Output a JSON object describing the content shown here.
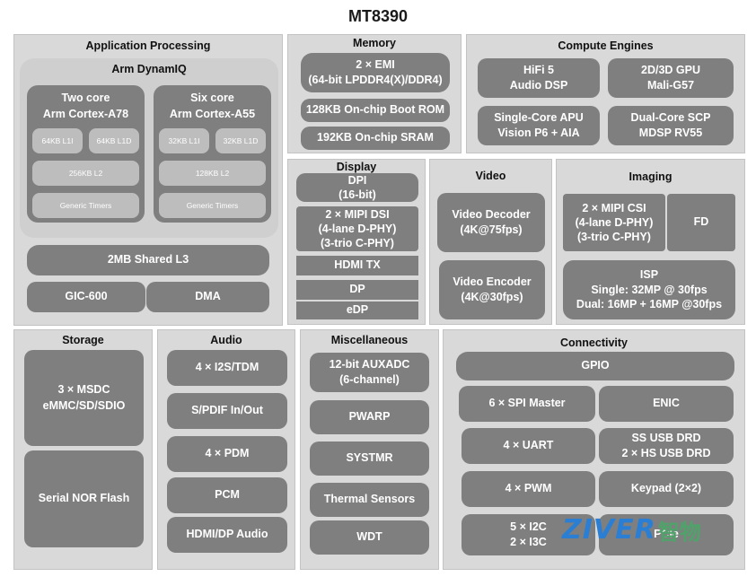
{
  "title": "MT8390",
  "app_processing": {
    "title": "Application Processing",
    "dynamiq_title": "Arm DynamIQ",
    "cluster_a": {
      "title": "Two core\nArm Cortex-A78",
      "l1i": "64KB L1I",
      "l1d": "64KB L1D",
      "l2": "256KB L2",
      "timers": "Generic Timers"
    },
    "cluster_b": {
      "title": "Six core\nArm Cortex-A55",
      "l1i": "32KB L1I",
      "l1d": "32KB L1D",
      "l2": "128KB L2",
      "timers": "Generic Timers"
    },
    "l3": "2MB Shared L3",
    "gic": "GIC-600",
    "dma": "DMA"
  },
  "memory": {
    "title": "Memory",
    "emi": "2 × EMI\n(64-bit LPDDR4(X)/DDR4)",
    "boot_rom": "128KB On-chip Boot ROM",
    "sram": "192KB On-chip SRAM"
  },
  "compute": {
    "title": "Compute Engines",
    "hifi": "HiFi 5\nAudio DSP",
    "gpu": "2D/3D GPU\nMali-G57",
    "apu": "Single-Core APU\nVision P6 + AIA",
    "scp": "Dual-Core SCP\nMDSP RV55"
  },
  "display": {
    "title": "Display",
    "dpi": "DPI\n(16-bit)",
    "dsi": "2 × MIPI DSI\n(4-lane D-PHY)\n(3-trio C-PHY)",
    "hdmi_tx": "HDMI TX",
    "dp": "DP",
    "edp": "eDP"
  },
  "video": {
    "title": "Video",
    "decoder": "Video Decoder\n(4K@75fps)",
    "encoder": "Video Encoder\n(4K@30fps)"
  },
  "imaging": {
    "title": "Imaging",
    "csi": "2 × MIPI CSI\n(4-lane D-PHY)\n(3-trio C-PHY)",
    "fd": "FD",
    "isp": "ISP\nSingle: 32MP @ 30fps\nDual: 16MP + 16MP @30fps"
  },
  "storage": {
    "title": "Storage",
    "msdc": "3 × MSDC\neMMC/SD/SDIO",
    "nor": "Serial NOR Flash"
  },
  "audio": {
    "title": "Audio",
    "i2s": "4 × I2S/TDM",
    "spdif": "S/PDIF In/Out",
    "pdm": "4 × PDM",
    "pcm": "PCM",
    "hdmi_audio": "HDMI/DP Audio"
  },
  "misc": {
    "title": "Miscellaneous",
    "auxadc": "12-bit AUXADC\n(6-channel)",
    "pwarp": "PWARP",
    "systmr": "SYSTMR",
    "thermal": "Thermal Sensors",
    "wdt": "WDT"
  },
  "connectivity": {
    "title": "Connectivity",
    "gpio": "GPIO",
    "spi": "6 × SPI Master",
    "enic": "ENIC",
    "uart": "4 × UART",
    "usb": "SS USB DRD\n2 × HS USB DRD",
    "pwm": "4 × PWM",
    "keypad": "Keypad (2×2)",
    "i2c": "5 × I2C\n2 × I3C",
    "pcie": "PCIe"
  },
  "watermark": {
    "brand": "ZIVER",
    "brand_cn": "智物"
  },
  "colors": {
    "panel_bg": "#d9d9d9",
    "block_bg": "#7f7f7f",
    "light_block_bg": "#bdbdbd",
    "watermark_blue": "#2a7fd4",
    "watermark_green": "#4fa36a"
  }
}
